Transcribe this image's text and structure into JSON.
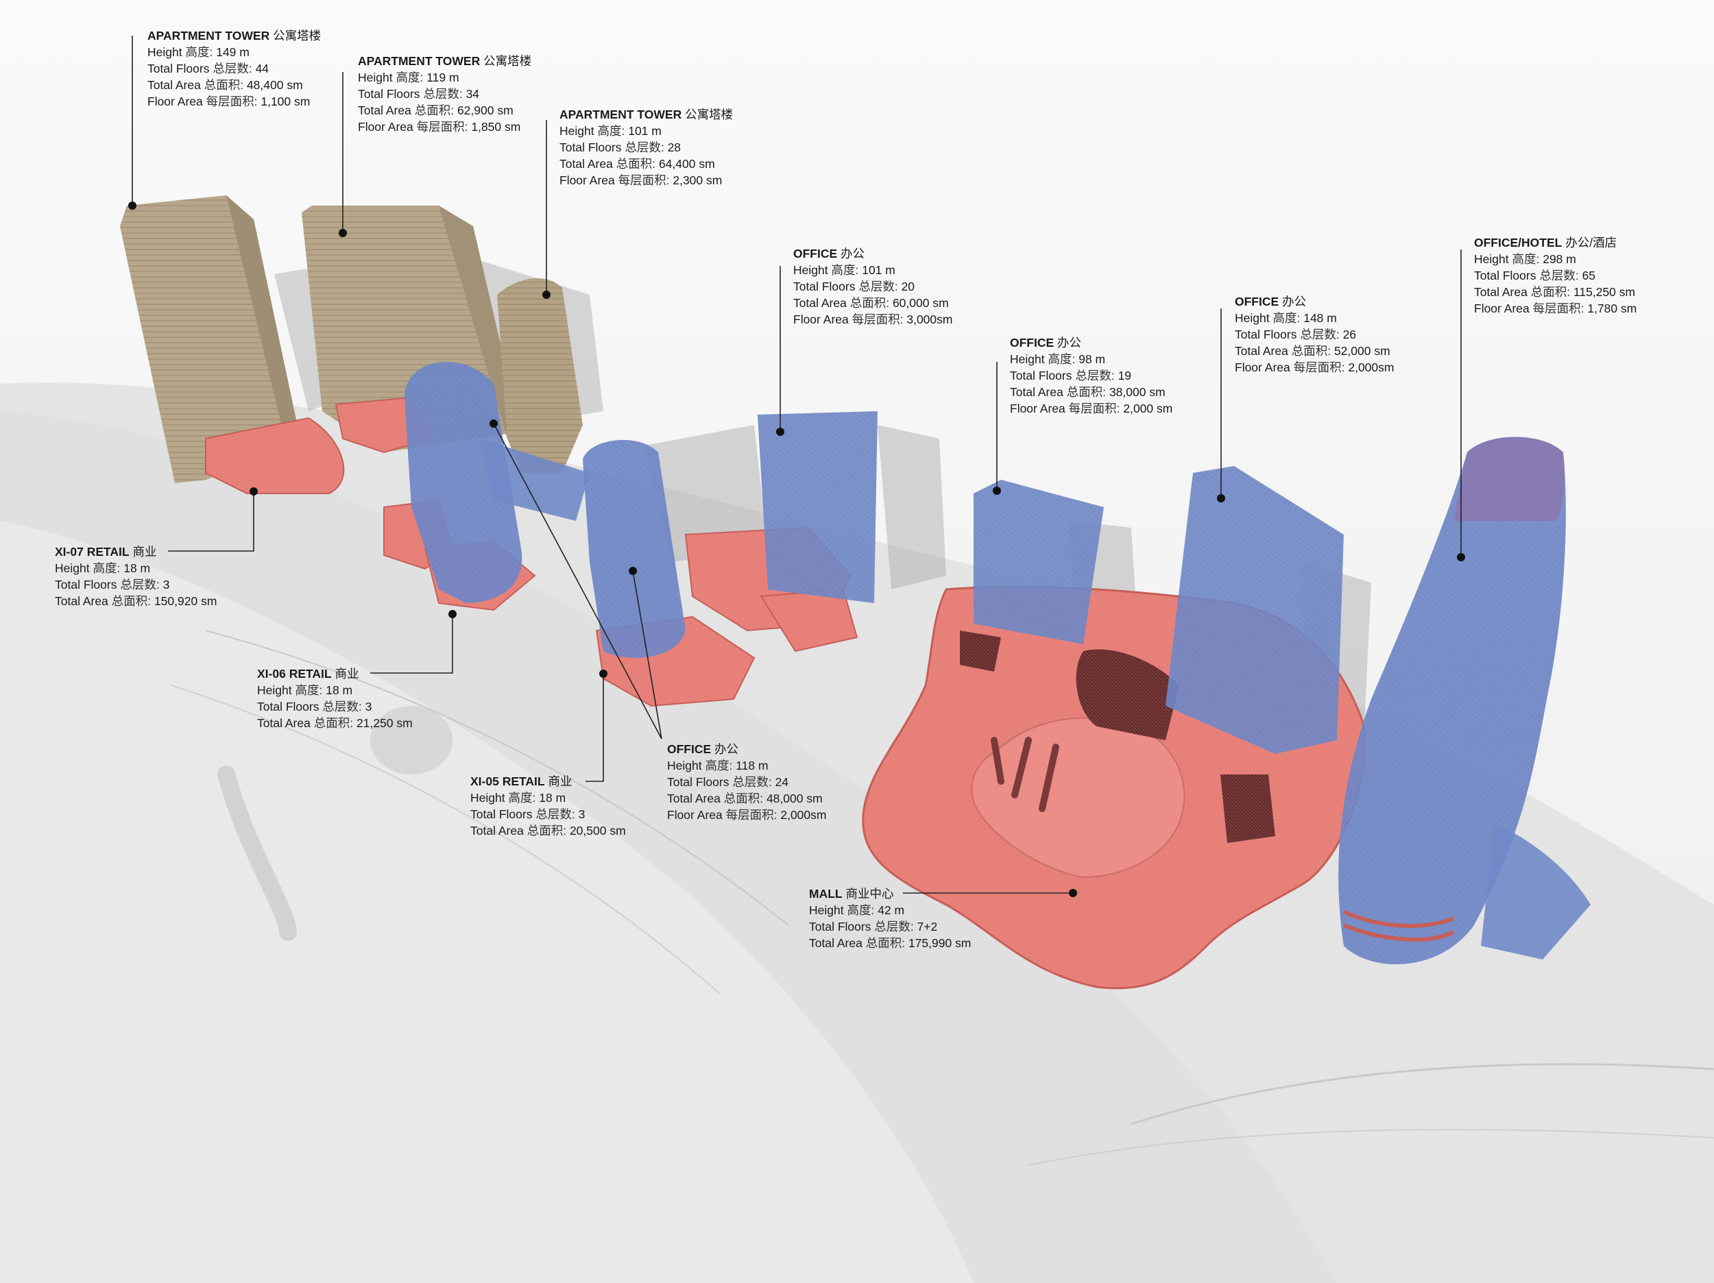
{
  "colors": {
    "background": "#f4f4f4",
    "residential": "#b7a68a",
    "office": "#7088c8",
    "retail": "#e8807a",
    "hotel_top": "#8a78b0",
    "ground": "#e6e6e6",
    "water": "#ececec"
  },
  "field_labels": {
    "height": "Height",
    "height_cn": "高度:",
    "floors": "Total Floors",
    "floors_cn": "总层数:",
    "area": "Total Area",
    "area_cn": "总面积:",
    "floor_area": "Floor Area",
    "floor_area_cn": "每层面积:"
  },
  "labels": [
    {
      "id": "apt1",
      "title": "APARTMENT TOWER",
      "title_cn": "公寓塔楼",
      "height": "149 m",
      "floors": "44",
      "area": "48,400 sm",
      "floor_area": "1,100 sm"
    },
    {
      "id": "apt2",
      "title": "APARTMENT TOWER",
      "title_cn": "公寓塔楼",
      "height": "119 m",
      "floors": "34",
      "area": "62,900 sm",
      "floor_area": "1,850 sm"
    },
    {
      "id": "apt3",
      "title": "APARTMENT TOWER",
      "title_cn": "公寓塔楼",
      "height": "101 m",
      "floors": "28",
      "area": "64,400 sm",
      "floor_area": "2,300 sm"
    },
    {
      "id": "off1",
      "title": "OFFICE",
      "title_cn": "办公",
      "height": "101 m",
      "floors": "20",
      "area": "60,000 sm",
      "floor_area": "3,000sm"
    },
    {
      "id": "off2",
      "title": "OFFICE",
      "title_cn": "办公",
      "height": "98 m",
      "floors": "19",
      "area": "38,000 sm",
      "floor_area": "2,000 sm"
    },
    {
      "id": "off3",
      "title": "OFFICE",
      "title_cn": "办公",
      "height": "148 m",
      "floors": "26",
      "area": "52,000 sm",
      "floor_area": "2,000sm"
    },
    {
      "id": "hotel",
      "title": "OFFICE/HOTEL",
      "title_cn": "办公/酒店",
      "height": "298 m",
      "floors": "65",
      "area": "115,250 sm",
      "floor_area": "1,780 sm"
    },
    {
      "id": "r07",
      "title": "XI-07 RETAIL",
      "title_cn": "商业",
      "height": "18 m",
      "floors": "3",
      "area": "150,920 sm"
    },
    {
      "id": "r06",
      "title": "XI-06 RETAIL",
      "title_cn": "商业",
      "height": "18 m",
      "floors": "3",
      "area": "21,250 sm"
    },
    {
      "id": "r05",
      "title": "XI-05 RETAIL",
      "title_cn": "商业",
      "height": "18 m",
      "floors": "3",
      "area": "20,500 sm"
    },
    {
      "id": "off4",
      "title": "OFFICE",
      "title_cn": "办公",
      "height": "118 m",
      "floors": "24",
      "area": "48,000 sm",
      "floor_area": "2,000sm"
    },
    {
      "id": "mall",
      "title": "MALL",
      "title_cn": "商业中心",
      "height": "42 m",
      "floors": "7+2",
      "area": "175,990 sm"
    }
  ]
}
